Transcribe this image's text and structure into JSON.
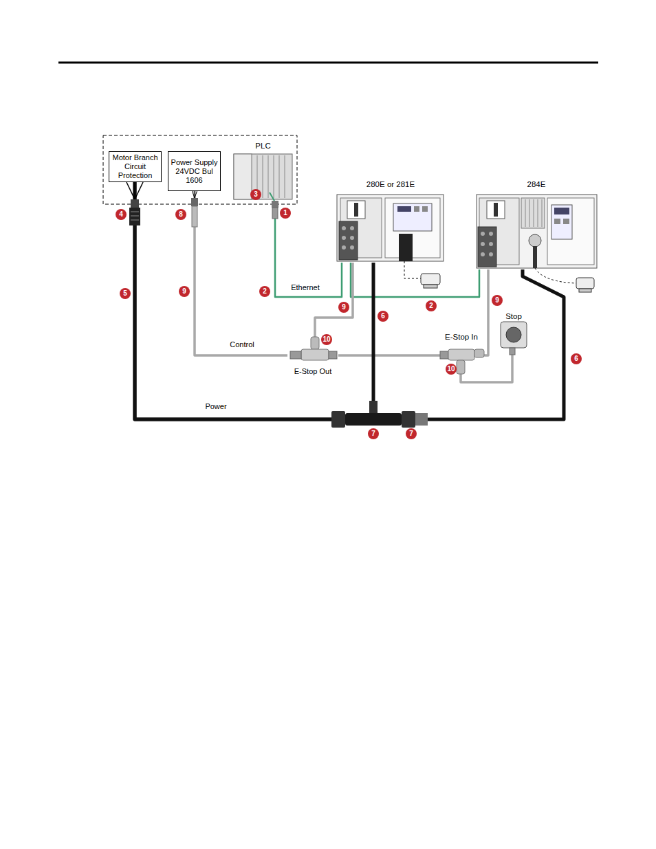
{
  "diagram": {
    "nodes": [
      {
        "text": [
          "Motor Branch Circuit Protection"
        ]
      },
      {
        "text": [
          "Power Supply 24VDC Bul 1606"
        ]
      },
      {
        "text": [
          "PLC"
        ]
      },
      {
        "text": [
          "280E or 281E"
        ]
      },
      {
        "text": [
          "284E"
        ]
      },
      {
        "text": [
          "Stop"
        ]
      },
      {
        "text": [
          "E-Stop In"
        ]
      },
      {
        "text": [
          "E-Stop Out"
        ]
      }
    ],
    "edges": [
      {
        "from": 2,
        "to": 3,
        "label": "Ethernet",
        "arrow": "none"
      },
      {
        "from": 3,
        "to": 4,
        "arrow": "none"
      },
      {
        "from": 1,
        "to": 7,
        "label": "Control",
        "arrow": "none"
      },
      {
        "from": 3,
        "to": 7,
        "arrow": "none"
      },
      {
        "from": 7,
        "to": 6,
        "arrow": "none"
      },
      {
        "from": 4,
        "to": 6,
        "arrow": "none"
      },
      {
        "from": 5,
        "to": 6,
        "arrow": "none"
      },
      {
        "from": 0,
        "to": 3,
        "label": "Power",
        "arrow": "none"
      },
      {
        "from": 0,
        "to": 4,
        "arrow": "none"
      }
    ],
    "labels": [
      "4",
      "8",
      "3",
      "1",
      "5",
      "9",
      "2",
      "9",
      "6",
      "2",
      "9",
      "6",
      "10",
      "10",
      "7",
      "7"
    ]
  }
}
